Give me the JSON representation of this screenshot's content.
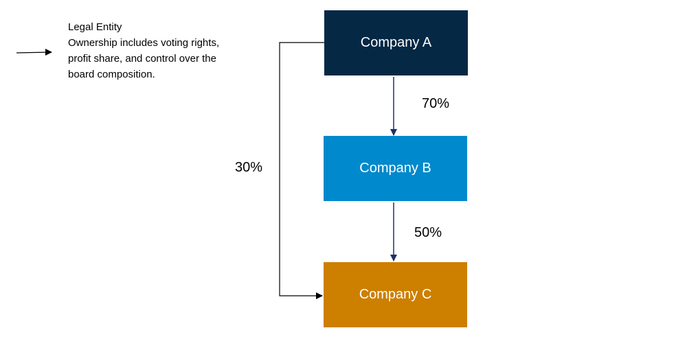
{
  "legend": {
    "title": "Legal Entity",
    "description": "Ownership includes voting rights, profit share, and control over the board composition."
  },
  "entities": {
    "a": {
      "label": "Company A",
      "color": "#052845"
    },
    "b": {
      "label": "Company B",
      "color": "#0089cc"
    },
    "c": {
      "label": "Company C",
      "color": "#cd7f00"
    }
  },
  "ownership": [
    {
      "from": "Company A",
      "to": "Company B",
      "percent": "70%"
    },
    {
      "from": "Company B",
      "to": "Company C",
      "percent": "50%"
    },
    {
      "from": "Company A",
      "to": "Company C",
      "percent": "30%"
    }
  ],
  "colors": {
    "arrow_main": "#1f2f6b",
    "arrow_side": "#000000"
  }
}
